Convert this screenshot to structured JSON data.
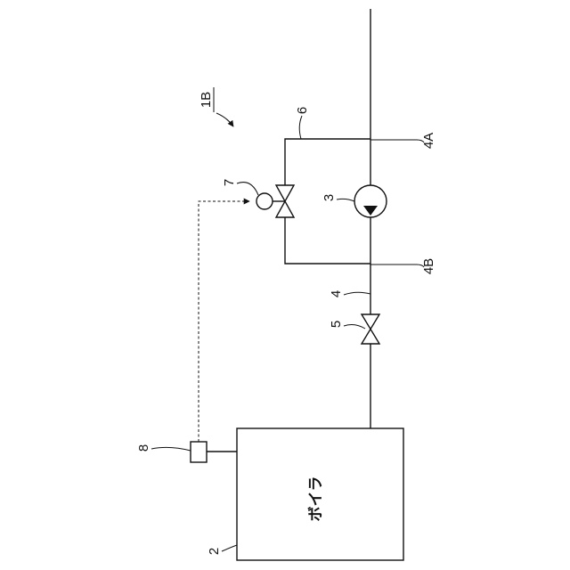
{
  "figure": {
    "ref": "1B"
  },
  "components": {
    "boiler": {
      "ref": "2",
      "label": "ボイラ"
    },
    "pump": {
      "ref": "3"
    },
    "pipe": {
      "ref": "4"
    },
    "junction_upper": {
      "ref": "4A"
    },
    "junction_lower": {
      "ref": "4B"
    },
    "main_valve": {
      "ref": "5"
    },
    "bypass_pipe": {
      "ref": "6"
    },
    "control_valve": {
      "ref": "7"
    },
    "sensor": {
      "ref": "8"
    }
  },
  "colors": {
    "line": "#111111",
    "background": "#ffffff"
  }
}
